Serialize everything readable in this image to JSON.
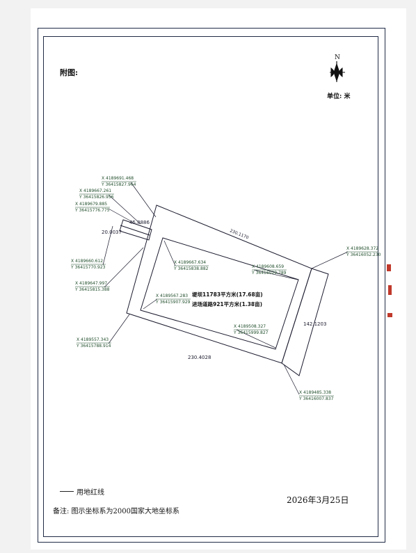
{
  "header": {
    "attachment_label": "附图:",
    "unit_label": "单位: 米",
    "north_letter": "N"
  },
  "coordinates": [
    {
      "id": "p1",
      "x": "X  4189691.468",
      "y": "Y  36415827.964"
    },
    {
      "id": "p2",
      "x": "X  4189667.261",
      "y": "Y  36415826.956"
    },
    {
      "id": "p3",
      "x": "X  4189679.885",
      "y": "Y  36415776.775"
    },
    {
      "id": "p4",
      "x": "X  4189660.612",
      "y": "Y  36415770.923"
    },
    {
      "id": "p5",
      "x": "X  4189647.997",
      "y": "Y  36415815.388"
    },
    {
      "id": "p6",
      "x": "X  4189557.343",
      "y": "Y  36415788.914"
    },
    {
      "id": "p7",
      "x": "X  4189567.283",
      "y": "Y  36415907.929"
    },
    {
      "id": "p8",
      "x": "X  4189667.634",
      "y": "Y  36415838.882"
    },
    {
      "id": "p9",
      "x": "X  4189608.659",
      "y": "Y  36416029.789"
    },
    {
      "id": "p10",
      "x": "X  4189508.327",
      "y": "Y  36415999.827"
    },
    {
      "id": "p11",
      "x": "X  4189628.372",
      "y": "Y  36416052.230"
    },
    {
      "id": "p12",
      "x": "X  4189485.338",
      "y": "Y  36416007.837"
    }
  ],
  "dimensions": {
    "left_small": "45.8886",
    "left_width": "20.0037",
    "top": "230.1170",
    "right": "142.1203",
    "bottom": "230.4028"
  },
  "area_text": {
    "line1": "堤坝11783平方米(17.68亩)",
    "line2": "进场道路921平方米(1.38亩)"
  },
  "legend": {
    "red_line_label": "用地红线"
  },
  "footer": {
    "date": "2026年3月25日",
    "note": "备注: 图示坐标系为2000国家大地坐标系"
  },
  "colors": {
    "ink": "#1a1a2e",
    "coord_text": "#1f4d2a",
    "frame": "#1f2a44"
  }
}
